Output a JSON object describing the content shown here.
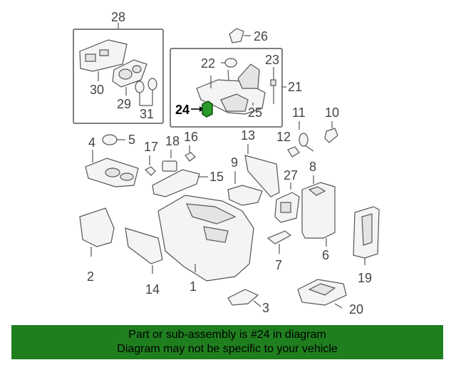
{
  "callouts": {
    "c1": "1",
    "c2": "2",
    "c3": "3",
    "c4": "4",
    "c5": "5",
    "c6": "6",
    "c7": "7",
    "c8": "8",
    "c9": "9",
    "c10": "10",
    "c11": "11",
    "c12": "12",
    "c13": "13",
    "c14": "14",
    "c15": "15",
    "c16": "16",
    "c17": "17",
    "c18": "18",
    "c19": "19",
    "c20": "20",
    "c21": "21",
    "c22": "22",
    "c23": "23",
    "c24": "24",
    "c25": "25",
    "c26": "26",
    "c27": "27",
    "c28": "28",
    "c29": "29",
    "c30": "30",
    "c31": "31"
  },
  "highlight_part": "24",
  "colors": {
    "banner_bg": "#1f7f1f",
    "highlight_part": "#2a9a2a",
    "line": "#555555"
  },
  "banner": {
    "line1": "Part or sub-assembly is #24 in diagram",
    "line2": "Diagram may not be specific to your vehicle"
  }
}
